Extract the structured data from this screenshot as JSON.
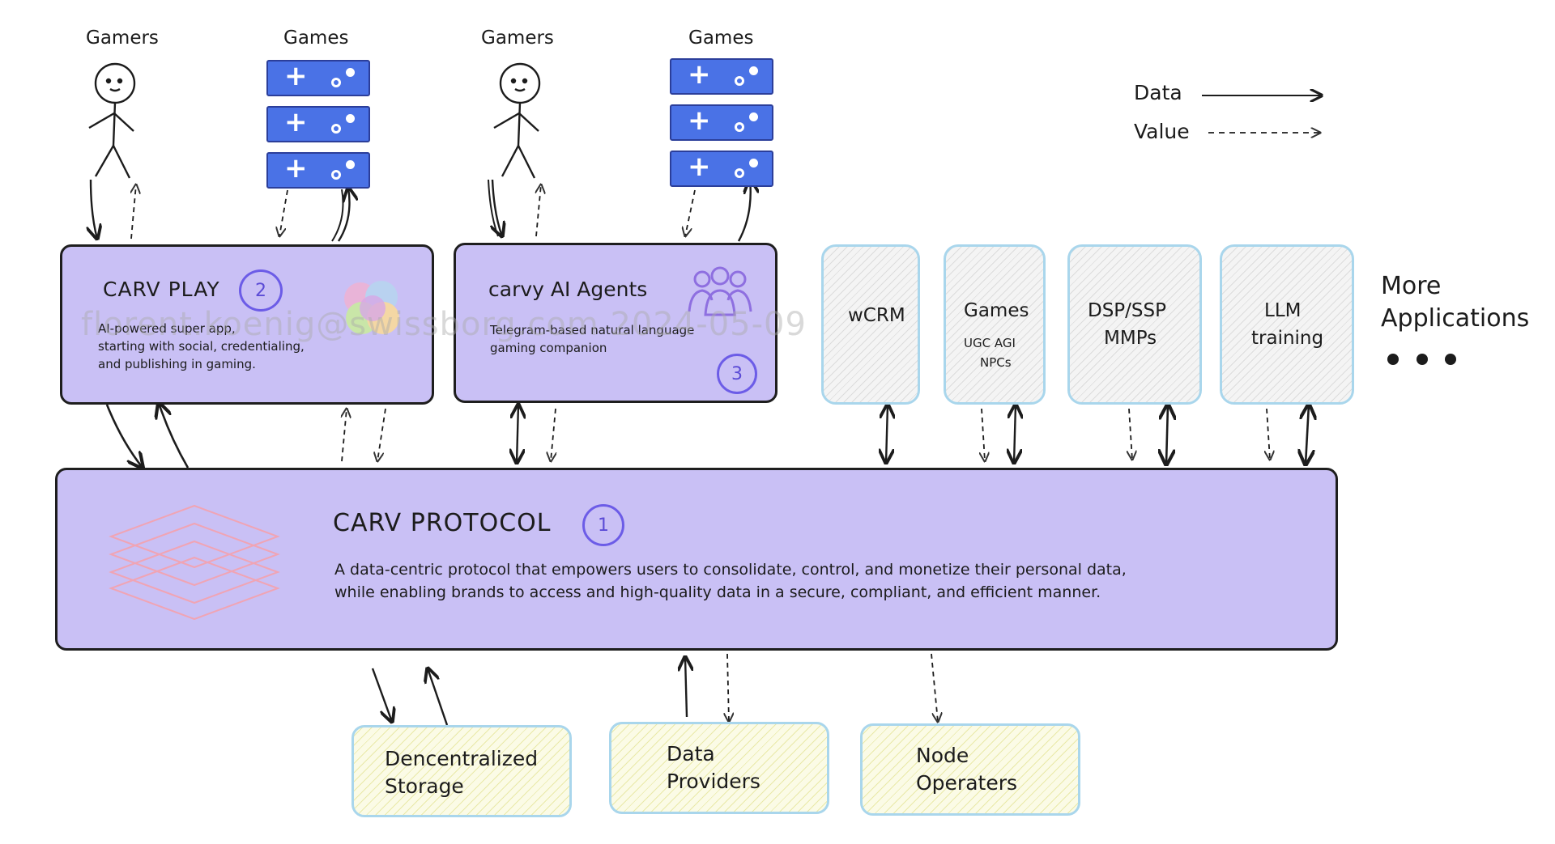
{
  "top_labels": {
    "gamers_1": "Gamers",
    "games_1": "Games",
    "gamers_2": "Gamers",
    "games_2": "Games"
  },
  "legend": {
    "data": "Data",
    "value": "Value"
  },
  "carv_play": {
    "title": "CARV PLAY",
    "number": "2",
    "desc_line1": "AI-powered super app,",
    "desc_line2": "starting with social, credentialing,",
    "desc_line3": "and publishing in gaming."
  },
  "carvy": {
    "title": "carvy AI Agents",
    "number": "3",
    "desc_line1": "Telegram-based natural language",
    "desc_line2": "gaming companion"
  },
  "apps": [
    {
      "line1": "wCRM"
    },
    {
      "line1": "Games",
      "line2": "UGC AGI",
      "line3": "NPCs"
    },
    {
      "line1": "DSP/SSP",
      "line2": "MMPs"
    },
    {
      "line1": "LLM",
      "line2": "training"
    }
  ],
  "more_apps": {
    "line1": "More",
    "line2": "Applications"
  },
  "protocol": {
    "title": "CARV PROTOCOL",
    "number": "1",
    "desc_line1": "A data-centric protocol that empowers users to consolidate, control, and monetize their personal data,",
    "desc_line2": "while enabling brands to access and high-quality data in a secure, compliant, and efficient manner."
  },
  "bottom": [
    {
      "line1": "Dencentralized",
      "line2": "Storage"
    },
    {
      "line1": "Data",
      "line2": "Providers"
    },
    {
      "line1": "Node",
      "line2": "Operaters"
    }
  ],
  "watermark": "florent.koenig@swissborg.com 2024-05-09",
  "colors": {
    "purple_fill": "#c9c0f5",
    "tile_blue": "#4a72e6",
    "accent_purple": "#6c5ce7",
    "gray_border": "#a9d6ec",
    "yellow_fill": "#fbfbe6"
  }
}
